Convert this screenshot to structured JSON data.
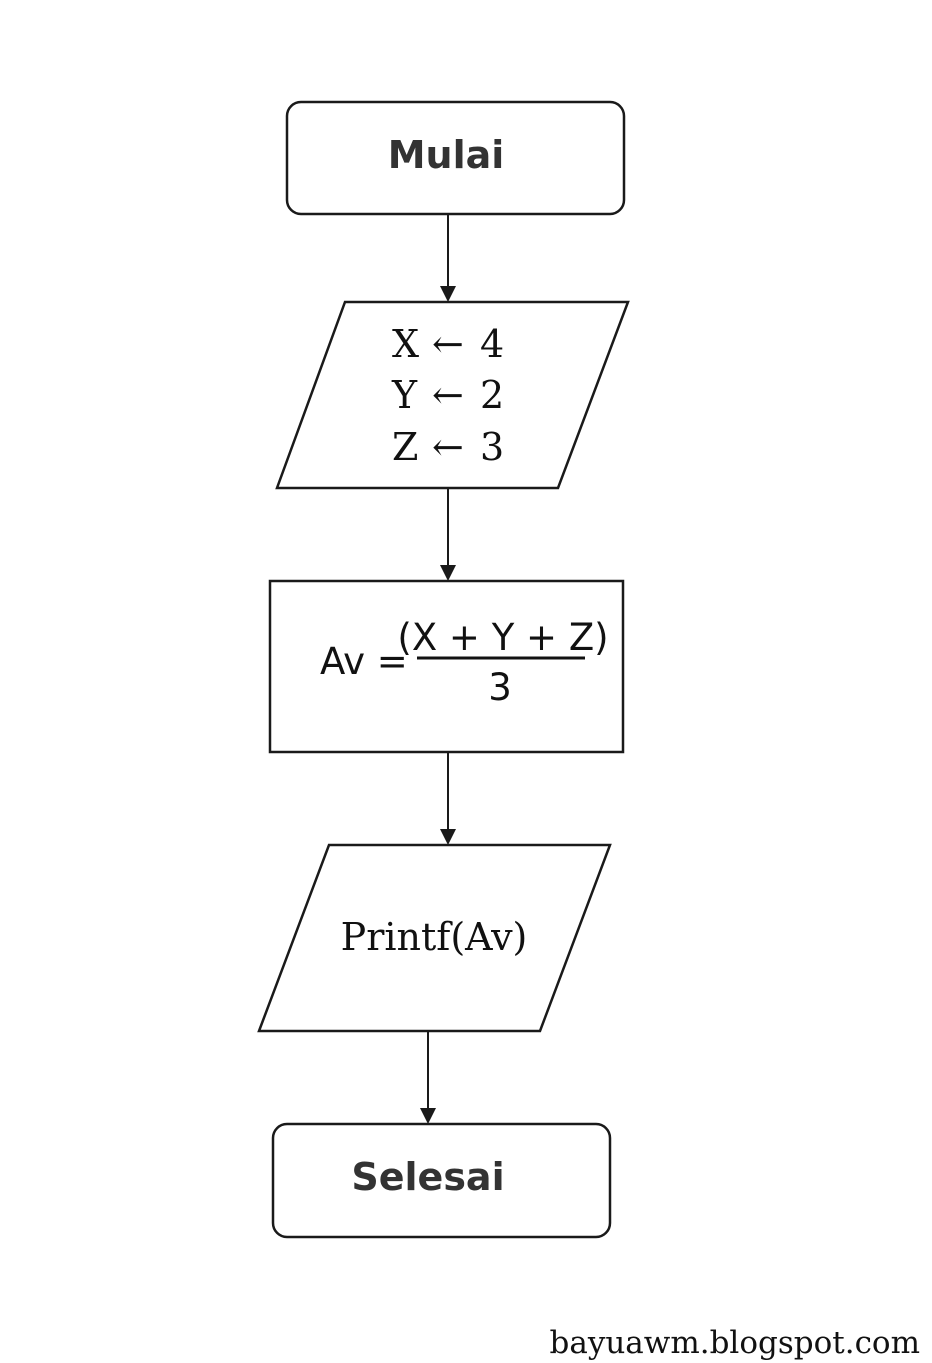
{
  "flowchart": {
    "start": {
      "label": "Mulai"
    },
    "input": {
      "assignments": [
        {
          "var": "X",
          "arrow": "←",
          "value": "4"
        },
        {
          "var": "Y",
          "arrow": "←",
          "value": "2"
        },
        {
          "var": "Z",
          "arrow": "←",
          "value": "3"
        }
      ]
    },
    "process": {
      "lhs": "Av =",
      "numerator": "(X + Y + Z)",
      "denominator": "3"
    },
    "output": {
      "label": "Printf(Av)"
    },
    "end": {
      "label": "Selesai"
    }
  },
  "watermark": "bayuawm.blogspot.com",
  "colors": {
    "stroke": "#1a1a1a",
    "text": "#111111",
    "background": "#ffffff"
  }
}
